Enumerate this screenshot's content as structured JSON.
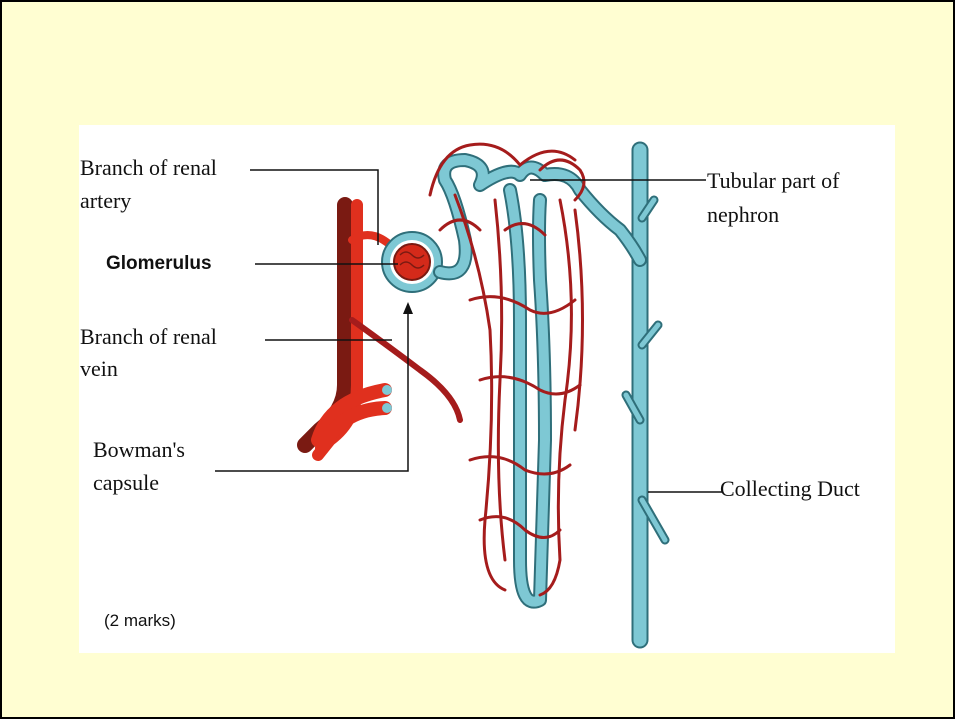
{
  "diagram": {
    "labels": {
      "renal_artery_line1": "Branch of renal",
      "renal_artery_line2": "artery",
      "glomerulus": "Glomerulus",
      "renal_vein_line1": "Branch of renal",
      "renal_vein_line2": "vein",
      "bowmans_line1": "Bowman's",
      "bowmans_line2": "capsule",
      "tubular_line1": "Tubular part of",
      "tubular_line2": "nephron",
      "collecting_duct": "Collecting Duct",
      "marks": "(2 marks)"
    },
    "colors": {
      "slide_bg": "#fffed2",
      "vessel_red": "#e0301e",
      "capillary_red": "#a51c1c",
      "tubule_blue": "#7ec8d4",
      "tubule_outline": "#2f6f7a"
    }
  }
}
